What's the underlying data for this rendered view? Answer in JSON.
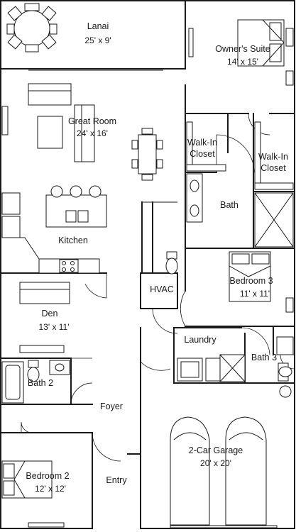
{
  "rooms": {
    "lanai": {
      "name": "Lanai",
      "size": "25' x 9'"
    },
    "owners_suite": {
      "name": "Owner's Suite",
      "size": "14' x 15'"
    },
    "great_room": {
      "name": "Great Room",
      "size": "24' x 16'"
    },
    "walk_in_1": {
      "name_line1": "Walk-In",
      "name_line2": "Closet"
    },
    "walk_in_2": {
      "name_line1": "Walk-In",
      "name_line2": "Closet"
    },
    "bath": {
      "name": "Bath"
    },
    "kitchen": {
      "name": "Kitchen"
    },
    "bedroom_3": {
      "name": "Bedroom 3",
      "size": "11' x 11'"
    },
    "hvac": {
      "name": "HVAC"
    },
    "den": {
      "name": "Den",
      "size": "13' x 11'"
    },
    "laundry": {
      "name": "Laundry"
    },
    "bath_3": {
      "name": "Bath 3"
    },
    "bath_2": {
      "name": "Bath 2"
    },
    "foyer": {
      "name": "Foyer"
    },
    "garage": {
      "name": "2-Car Garage",
      "size": "20' x 20'"
    },
    "bedroom_2": {
      "name": "Bedroom 2",
      "size": "12' x 12'"
    },
    "entry": {
      "name": "Entry"
    }
  }
}
